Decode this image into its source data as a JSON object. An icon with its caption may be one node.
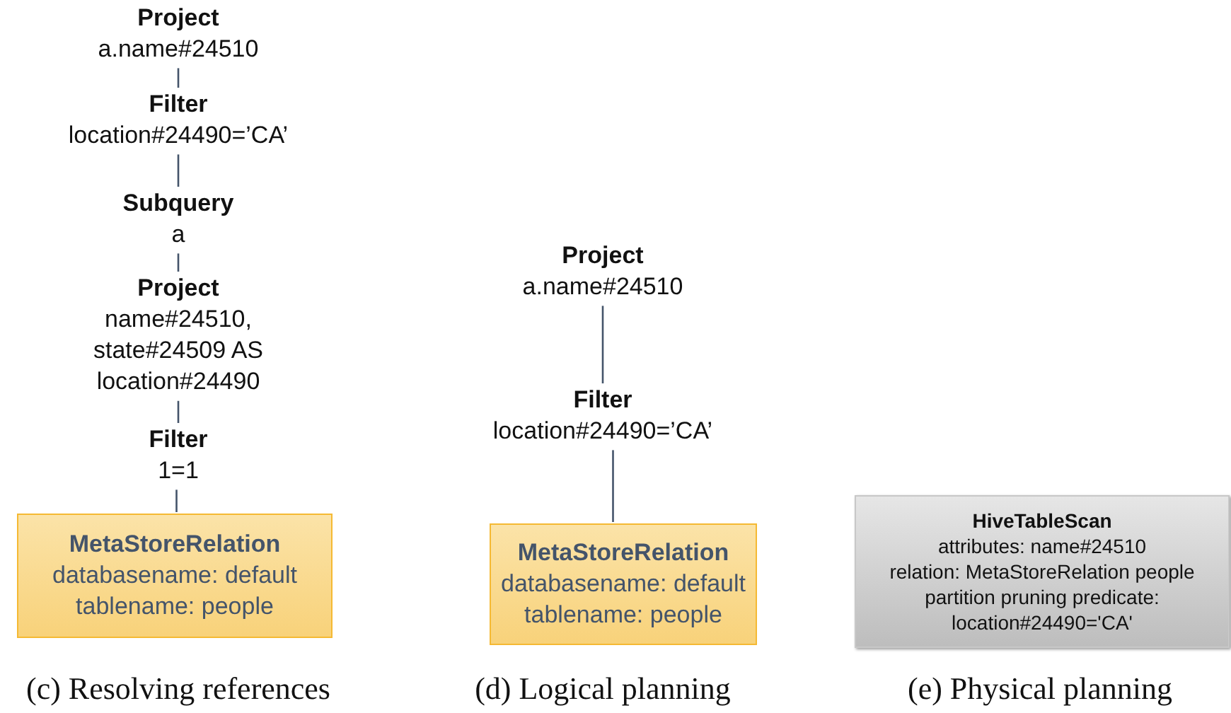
{
  "diagram": {
    "nodes": [
      {
        "text": [
          "Project",
          "a.name#24510"
        ]
      },
      {
        "text": [
          "Filter",
          "location#24490=’CA’"
        ]
      },
      {
        "text": [
          "Subquery",
          "a"
        ]
      },
      {
        "text": [
          "Project",
          "name#24510, state#24509 AS location#24490"
        ]
      },
      {
        "text": [
          "Filter",
          "1=1"
        ]
      },
      {
        "text": [
          "MetaStoreRelation",
          "databasename: default",
          "tablename: people"
        ]
      },
      {
        "text": [
          "Project",
          "a.name#24510"
        ]
      },
      {
        "text": [
          "Filter",
          "location#24490=’CA’"
        ]
      },
      {
        "text": [
          "MetaStoreRelation",
          "databasename: default",
          "tablename: people"
        ]
      },
      {
        "text": [
          "HiveTableScan",
          "attributes: name#24510",
          "relation: MetaStoreRelation people",
          "partition pruning predicate: location#24490='CA'"
        ]
      }
    ],
    "edges": [
      {
        "from": 0,
        "to": 1,
        "arrow": "none"
      },
      {
        "from": 1,
        "to": 2,
        "arrow": "none"
      },
      {
        "from": 2,
        "to": 3,
        "arrow": "none"
      },
      {
        "from": 3,
        "to": 4,
        "arrow": "none"
      },
      {
        "from": 4,
        "to": 5,
        "arrow": "none"
      },
      {
        "from": 6,
        "to": 7,
        "arrow": "none"
      },
      {
        "from": 7,
        "to": 8,
        "arrow": "none"
      }
    ],
    "labels": [
      "(c) Resolving references",
      "(d) Logical planning",
      "(e) Physical planning"
    ]
  }
}
